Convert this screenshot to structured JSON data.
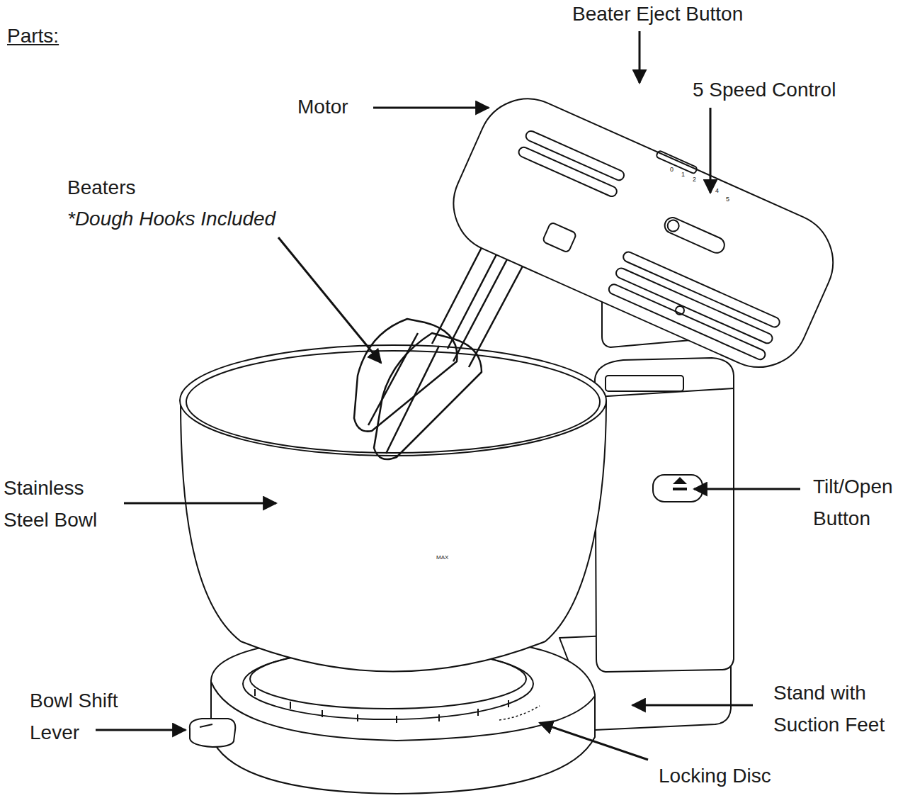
{
  "diagram": {
    "title": "Parts:",
    "labels": [
      "Beater Eject Button",
      "5 Speed Control",
      "Motor",
      "Beaters",
      "*Dough Hooks Included",
      "0",
      "1",
      "2",
      "4",
      "5",
      "Stainless Steel Bowl",
      "Tilt/Open Button",
      "MAX",
      "Bowl Shift Lever",
      "Stand with Suction Feet",
      "Locking Disc"
    ]
  }
}
